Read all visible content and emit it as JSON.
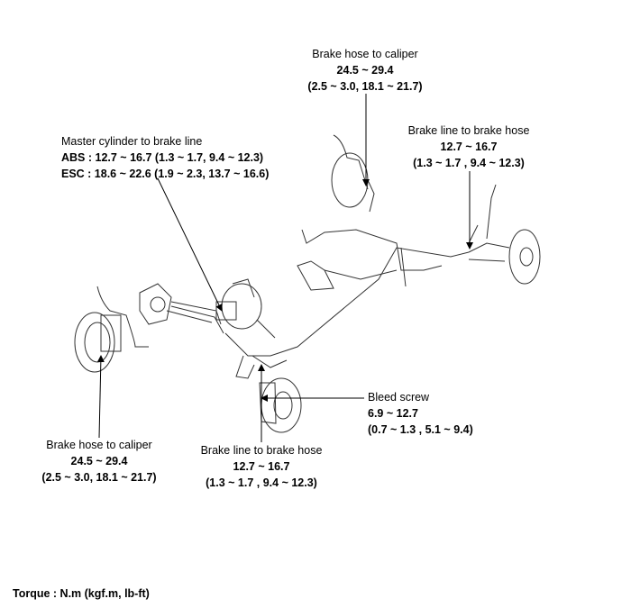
{
  "labels": {
    "rear_right_caliper": {
      "title": "Brake hose to caliper",
      "torque": "24.5 ~ 29.4",
      "alt": "(2.5 ~ 3.0, 18.1 ~ 21.7)"
    },
    "rear_brake_line": {
      "title": "Brake line to brake hose",
      "torque": "12.7 ~ 16.7",
      "alt": "(1.3 ~ 1.7 , 9.4 ~ 12.3)"
    },
    "master_cylinder": {
      "title": "Master cylinder to brake line",
      "abs": "ABS : 12.7 ~ 16.7 (1.3 ~ 1.7, 9.4 ~ 12.3)",
      "esc": "ESC : 18.6 ~ 22.6 (1.9 ~ 2.3, 13.7 ~ 16.6)"
    },
    "bleed_screw": {
      "title": "Bleed screw",
      "torque": "6.9 ~ 12.7",
      "alt": "(0.7 ~ 1.3 , 5.1 ~ 9.4)"
    },
    "front_left_caliper": {
      "title": "Brake hose to caliper",
      "torque": "24.5 ~ 29.4",
      "alt": "(2.5 ~ 3.0, 18.1 ~ 21.7)"
    },
    "front_brake_line": {
      "title": "Brake line to brake hose",
      "torque": "12.7 ~ 16.7",
      "alt": "(1.3 ~ 1.7 , 9.4 ~ 12.3)"
    }
  },
  "footer": {
    "torque_unit": "Torque : N.m (kgf.m, lb-ft)"
  }
}
